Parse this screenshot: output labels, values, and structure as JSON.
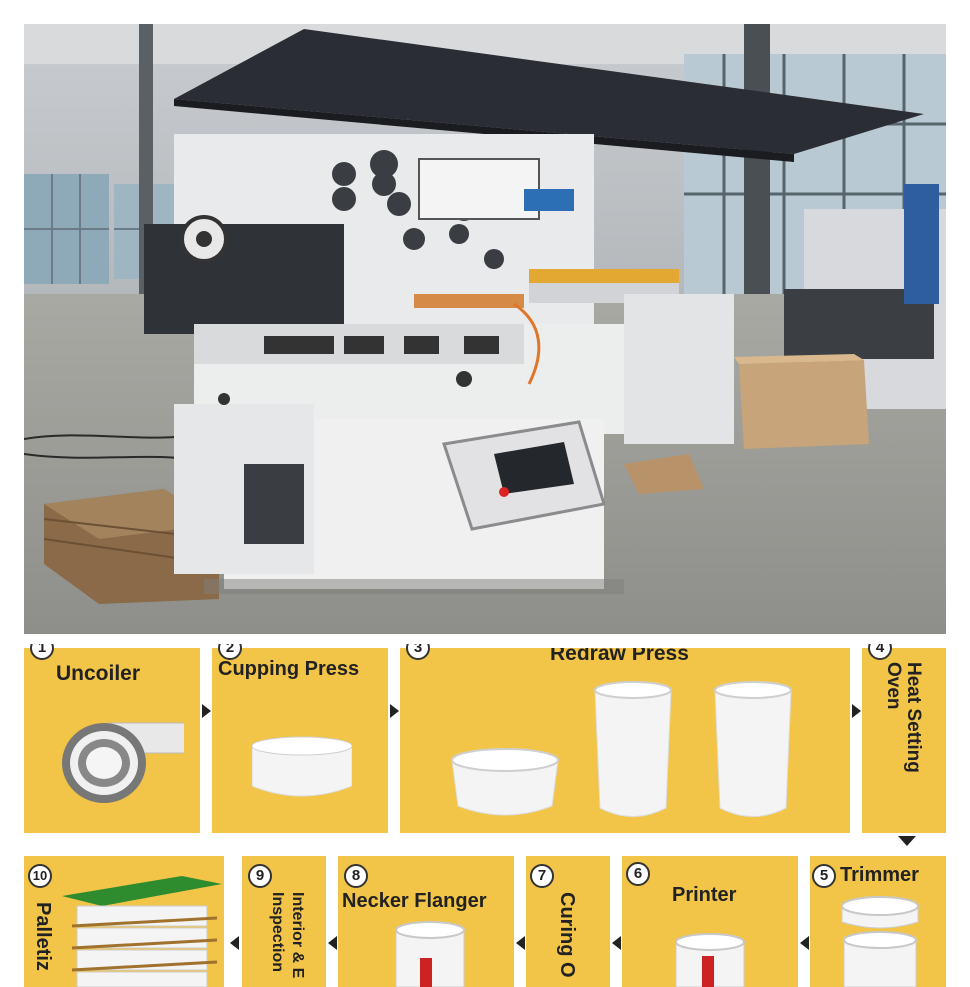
{
  "photo": {
    "description_icon": "can-making-machine-photo"
  },
  "steps": {
    "s1": {
      "num": "1",
      "label": "Uncoiler"
    },
    "s2": {
      "num": "2",
      "label": "Cupping Press"
    },
    "s3": {
      "num": "3",
      "label": "Redraw Press"
    },
    "s4": {
      "num": "4",
      "label_line1": "Heat Setting",
      "label_line2": "Oven"
    },
    "s5": {
      "num": "5",
      "label": "Trimmer"
    },
    "s6": {
      "num": "6",
      "label": "Printer"
    },
    "s7": {
      "num": "7",
      "label": "Curing O"
    },
    "s8": {
      "num": "8",
      "label": "Necker Flanger"
    },
    "s9": {
      "num": "9",
      "label_line1": "Interior & E",
      "label_line2": "Inspection"
    },
    "s10": {
      "num": "10",
      "label": "Palletiz"
    }
  },
  "colors": {
    "panel": "#f2c548",
    "arrow": "#222222",
    "pallet_top": "#2e8b2e"
  }
}
